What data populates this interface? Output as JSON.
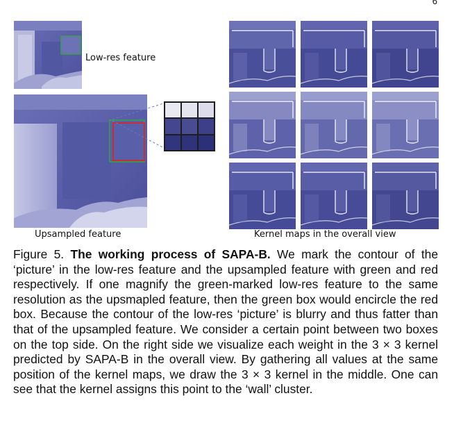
{
  "page_number": "6",
  "figure": {
    "labels": {
      "lowres": "Low-res feature",
      "upsampled": "Upsampled feature",
      "kernel_maps": "Kernel maps in the overall view"
    },
    "kernel_cells": [
      "#e9e9f2",
      "#e4e4ef",
      "#dcdcea",
      "#44478f",
      "#494c93",
      "#3d4089",
      "#31357e",
      "#2f337c",
      "#2c3079"
    ],
    "colors": {
      "green_box": "#3aa04a",
      "red_box": "#d02a2a",
      "feature_base": "#5a5fa8",
      "light": "#c9cbe6"
    }
  },
  "caption": {
    "prefix": "Figure 5. ",
    "title": "The working process of SAPA-B.",
    "body": " We mark the contour of the ‘picture’ in the low-res feature and the upsampled feature with green and red respectively. If one magnify the green-marked low-res feature to the same resolution as the upsmapled feature, then the green box would encircle the red box. Because the contour of the low-res ‘picture’ is blurry and thus fatter than that of the upsampled feature. We consider a certain point between two boxes on the top side. On the right side we visualize each weight in the 3 × 3 kernel predicted by SAPA-B in the overall view. By gathering all values at the same position of the kernel maps, we draw the 3 × 3 kernel in the middle. One can see that the kernel assigns this point to the ‘wall’ cluster."
  }
}
